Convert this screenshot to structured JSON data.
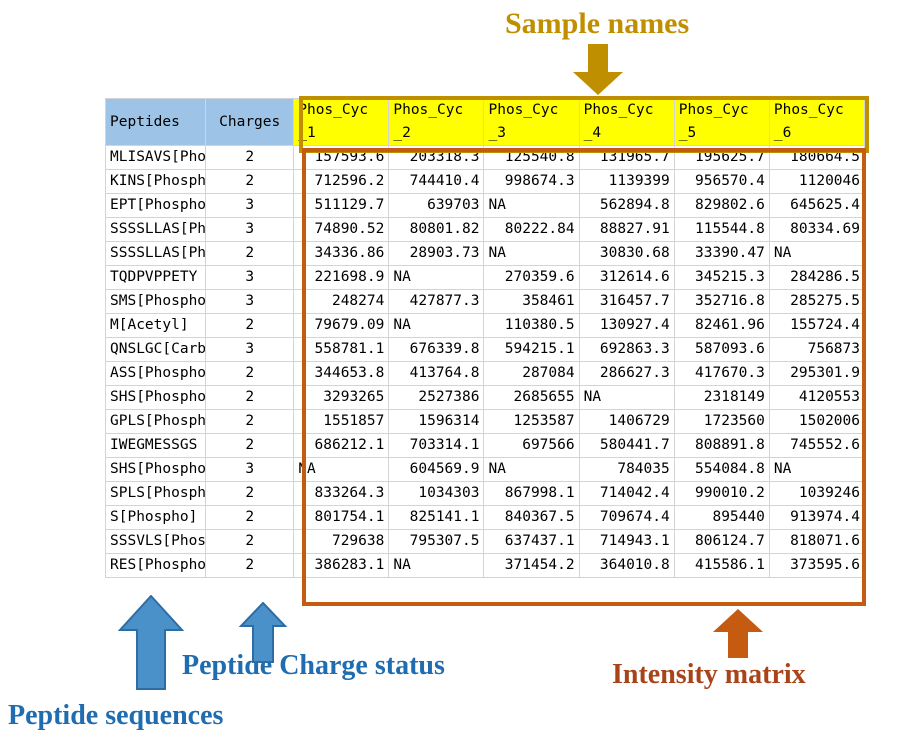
{
  "table": {
    "columns": [
      "Peptides",
      "Charges",
      "Phos_Cyc_1",
      "Phos_Cyc_2",
      "Phos_Cyc_3",
      "Phos_Cyc_4",
      "Phos_Cyc_5",
      "Phos_Cyc_6"
    ],
    "headers": {
      "peptides": "Peptides",
      "charges": "Charges",
      "samples": [
        {
          "line1": "Phos_Cyc",
          "line2": "_1"
        },
        {
          "line1": "Phos_Cyc",
          "line2": "_2"
        },
        {
          "line1": "Phos_Cyc",
          "line2": "_3"
        },
        {
          "line1": "Phos_Cyc",
          "line2": "_4"
        },
        {
          "line1": "Phos_Cyc",
          "line2": "_5"
        },
        {
          "line1": "Phos_Cyc",
          "line2": "_6"
        }
      ]
    },
    "rows": [
      {
        "peptide": "MLISAVS[Phospho]",
        "charge": "2",
        "values": [
          "157593.6",
          "203318.3",
          "125540.8",
          "131965.7",
          "195625.7",
          "180664.5"
        ]
      },
      {
        "peptide": "KINS[Phospho]",
        "charge": "2",
        "values": [
          "712596.2",
          "744410.4",
          "998674.3",
          "1139399",
          "956570.4",
          "1120046"
        ]
      },
      {
        "peptide": "EPT[Phospho]",
        "charge": "3",
        "values": [
          "511129.7",
          "639703",
          "NA",
          "562894.8",
          "829802.6",
          "645625.4"
        ]
      },
      {
        "peptide": "SSSSLLAS[Phospho]",
        "charge": "3",
        "values": [
          "74890.52",
          "80801.82",
          "80222.84",
          "88827.91",
          "115544.8",
          "80334.69"
        ]
      },
      {
        "peptide": "SSSSLLAS[Phospho]",
        "charge": "2",
        "values": [
          "34336.86",
          "28903.73",
          "NA",
          "30830.68",
          "33390.47",
          "NA"
        ]
      },
      {
        "peptide": "TQDPVPPETY",
        "charge": "3",
        "values": [
          "221698.9",
          "NA",
          "270359.6",
          "312614.6",
          "345215.3",
          "284286.5"
        ]
      },
      {
        "peptide": "SMS[Phospho]",
        "charge": "3",
        "values": [
          "248274",
          "427877.3",
          "358461",
          "316457.7",
          "352716.8",
          "285275.5"
        ]
      },
      {
        "peptide": "M[Acetyl]",
        "charge": "2",
        "values": [
          "79679.09",
          "NA",
          "110380.5",
          "130927.4",
          "82461.96",
          "155724.4"
        ]
      },
      {
        "peptide": "QNSLGC[Carbamid]",
        "charge": "3",
        "values": [
          "558781.1",
          "676339.8",
          "594215.1",
          "692863.3",
          "587093.6",
          "756873"
        ]
      },
      {
        "peptide": "ASS[Phospho]",
        "charge": "2",
        "values": [
          "344653.8",
          "413764.8",
          "287084",
          "286627.3",
          "417670.3",
          "295301.9"
        ]
      },
      {
        "peptide": "SHS[Phospho]",
        "charge": "2",
        "values": [
          "3293265",
          "2527386",
          "2685655",
          "NA",
          "2318149",
          "4120553"
        ]
      },
      {
        "peptide": "GPLS[Phospho]",
        "charge": "2",
        "values": [
          "1551857",
          "1596314",
          "1253587",
          "1406729",
          "1723560",
          "1502006"
        ]
      },
      {
        "peptide": "IWEGMESSGS",
        "charge": "2",
        "values": [
          "686212.1",
          "703314.1",
          "697566",
          "580441.7",
          "808891.8",
          "745552.6"
        ]
      },
      {
        "peptide": "SHS[Phospho]",
        "charge": "3",
        "values": [
          "NA",
          "604569.9",
          "NA",
          "784035",
          "554084.8",
          "NA"
        ]
      },
      {
        "peptide": "SPLS[Phospho]",
        "charge": "2",
        "values": [
          "833264.3",
          "1034303",
          "867998.1",
          "714042.4",
          "990010.2",
          "1039246"
        ]
      },
      {
        "peptide": "S[Phospho]",
        "charge": "2",
        "values": [
          "801754.1",
          "825141.1",
          "840367.5",
          "709674.4",
          "895440",
          "913974.4"
        ]
      },
      {
        "peptide": "SSSVLS[Phospho]",
        "charge": "2",
        "values": [
          "729638",
          "795307.5",
          "637437.1",
          "714943.1",
          "806124.7",
          "818071.6"
        ]
      },
      {
        "peptide": "RES[Phospho]",
        "charge": "2",
        "values": [
          "386283.1",
          "NA",
          "371454.2",
          "364010.8",
          "415586.1",
          "373595.6"
        ]
      }
    ]
  },
  "annotations": {
    "sample_names": {
      "label": "Sample names",
      "color": "#bf8f00",
      "arrow": "down-arrow-icon"
    },
    "intensity_matrix": {
      "label": "Intensity matrix",
      "color": "#a9441a",
      "arrow": "up-arrow-icon"
    },
    "peptide_charge": {
      "label": "Peptide Charge status",
      "color": "#1f6cb0",
      "arrow": "up-arrow-icon"
    },
    "peptide_sequences": {
      "label": "Peptide sequences",
      "color": "#1f6cb0",
      "arrow": "up-arrow-icon"
    }
  },
  "colors": {
    "header_blue": "#9dc3e6",
    "header_yellow": "#ffff00",
    "yellow_box_border": "#bf8f00",
    "orange_box_border": "#c55a11",
    "blue_arrow_fill": "#4a90c9",
    "blue_arrow_stroke": "#2e6da4"
  }
}
